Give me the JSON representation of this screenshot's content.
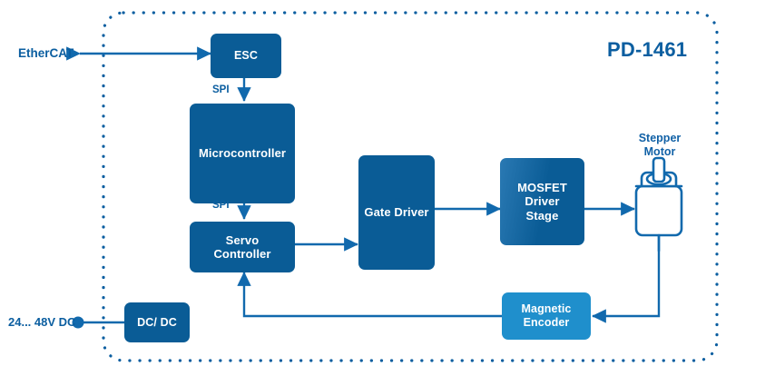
{
  "diagram": {
    "title": "PD-1461",
    "enclosure_label": "dotted-boundary",
    "colors": {
      "block_dark": "#0a5c96",
      "block_light": "#1f8fcc",
      "line": "#1169ad",
      "text_blue": "#0b5ea0",
      "background": "#ffffff"
    },
    "blocks": [
      {
        "id": "esc",
        "label": "ESC"
      },
      {
        "id": "microcontroller",
        "label": "Microcontroller"
      },
      {
        "id": "servo-controller",
        "label": "Servo\nController"
      },
      {
        "id": "gate-driver",
        "label": "Gate Driver"
      },
      {
        "id": "mosfet-driver-stage",
        "label": "MOSFET\nDriver\nStage"
      },
      {
        "id": "magnetic-encoder",
        "label": "Magnetic\nEncoder"
      },
      {
        "id": "dc-dc",
        "label": "DC/ DC"
      }
    ],
    "external_labels": {
      "ethercat": "EtherCAT",
      "power": "24... 48V DC",
      "motor": "Stepper\nMotor"
    },
    "bus_labels": {
      "esc_to_mcu": "SPI",
      "mcu_to_servo": "SPI"
    },
    "icons": {
      "motor": "stepper-motor-icon",
      "power_terminal": "power-terminal-dot"
    }
  }
}
